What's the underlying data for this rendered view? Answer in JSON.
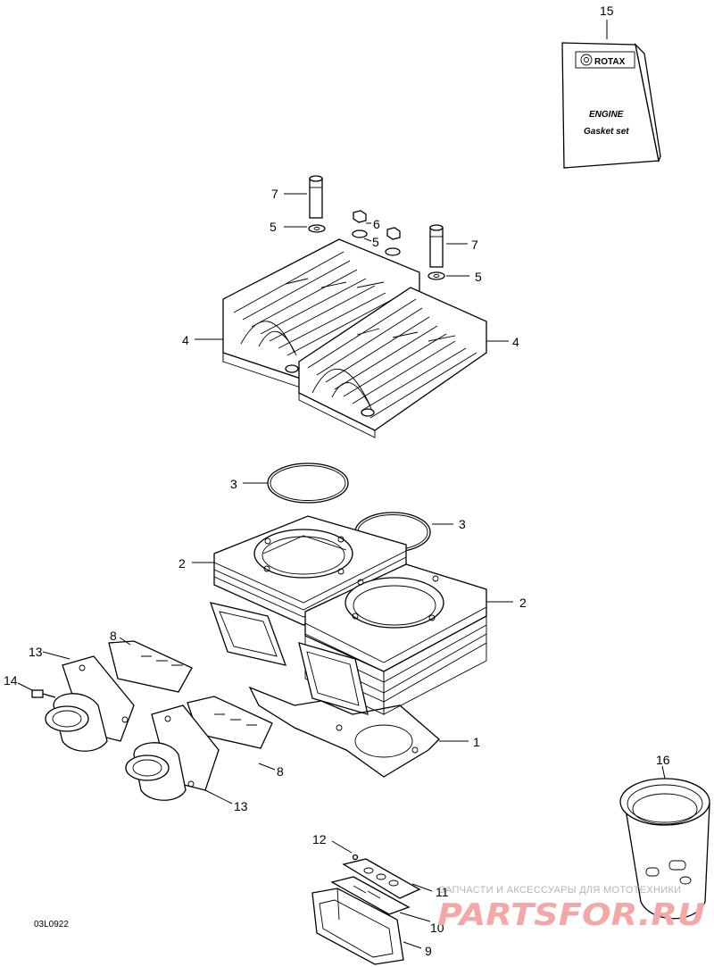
{
  "callouts": {
    "c1": "1",
    "c2a": "2",
    "c2b": "2",
    "c3a": "3",
    "c3b": "3",
    "c4a": "4",
    "c4b": "4",
    "c5a": "5",
    "c5b": "5",
    "c5c": "5",
    "c6": "6",
    "c7a": "7",
    "c7b": "7",
    "c8a": "8",
    "c8b": "8",
    "c9": "9",
    "c10": "10",
    "c11": "11",
    "c12": "12",
    "c13a": "13",
    "c13b": "13",
    "c14": "14",
    "c15": "15",
    "c16": "16"
  },
  "gasket_set_book": {
    "brand": "ROTAX",
    "line1": "ENGINE",
    "line2": "Gasket set"
  },
  "drawing_code": "03L0922",
  "watermark": {
    "line1": "ЗАПЧАСТИ И АКСЕССУАРЫ ДЛЯ МОТОТЕХНИКИ",
    "line2": "PARTSFOR.RU"
  }
}
